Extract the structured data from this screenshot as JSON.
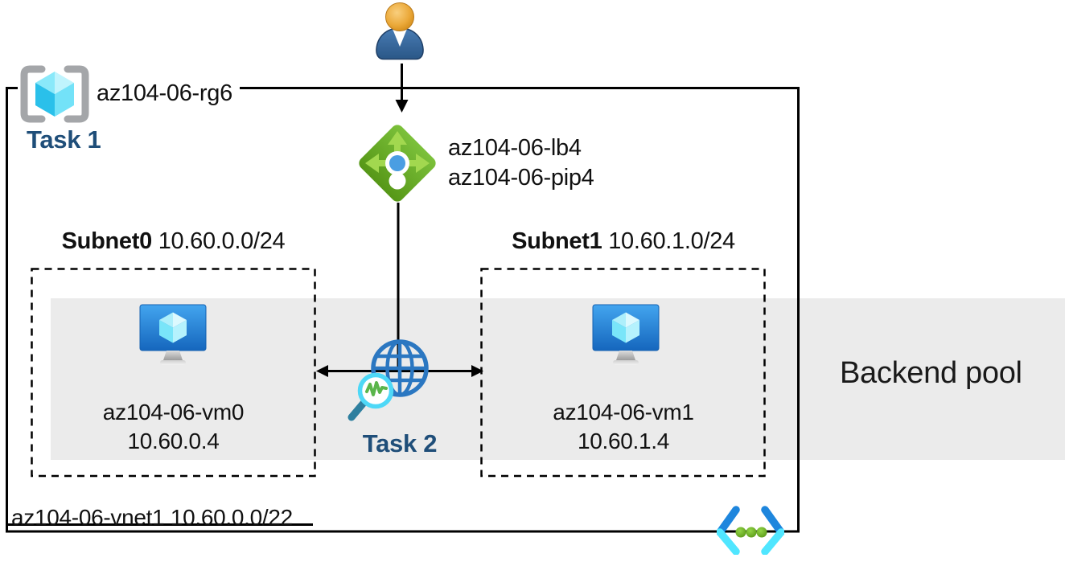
{
  "resource_group": {
    "name": "az104-06-rg6",
    "task": "Task 1"
  },
  "load_balancer": {
    "name": "az104-06-lb4",
    "public_ip": "az104-06-pip4"
  },
  "network_watcher": {
    "task": "Task 2"
  },
  "subnets": [
    {
      "name": "Subnet0",
      "cidr": "10.60.0.0/24",
      "vm": {
        "name": "az104-06-vm0",
        "ip": "10.60.0.4"
      }
    },
    {
      "name": "Subnet1",
      "cidr": "10.60.1.0/24",
      "vm": {
        "name": "az104-06-vm1",
        "ip": "10.60.1.4"
      }
    }
  ],
  "backend_pool": {
    "label": "Backend pool"
  },
  "vnet": {
    "label": "az104-06-vnet1 10.60.0.0/22"
  },
  "colors": {
    "task_text": "#1f4e79",
    "backend_band": "#ebebeb",
    "border": "#000000",
    "lb_green": "#6aad22",
    "lb_arrow_green": "#a2d84f",
    "globe_blue": "#2b77c1",
    "magnifier_cyan": "#4ed8f7",
    "monitor_blue": "#2c8fe0",
    "cube_cyan": "#50e6ff",
    "vnet_chevron_blue": "#1e86dd",
    "vnet_chevron_cyan": "#50e6ff",
    "vnet_dot_green": "#76bc2d",
    "user_head": "#e49c2d",
    "user_body": "#3a6ba3"
  }
}
